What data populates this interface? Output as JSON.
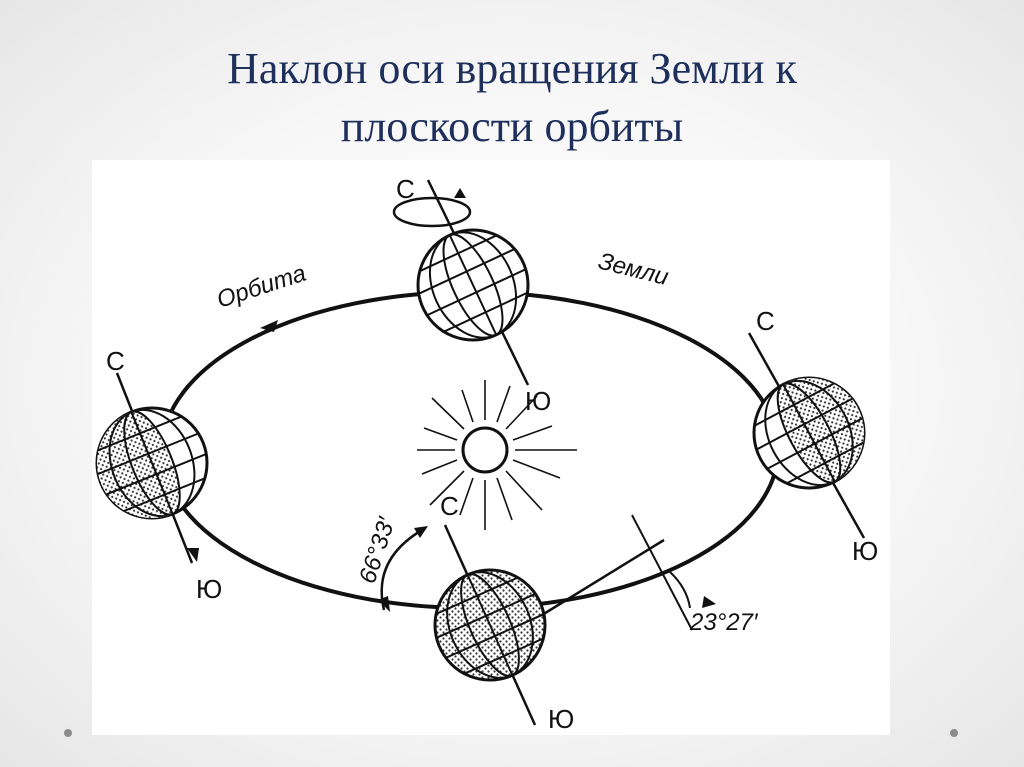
{
  "title": {
    "line1": "Наклон оси вращения Земли к",
    "line2": "плоскости орбиты"
  },
  "diagram": {
    "orbit_label_left": "Орбита",
    "orbit_label_right": "Земли",
    "pole_north": "С",
    "pole_south": "Ю",
    "angle_axis_to_orbit": "66°33′",
    "angle_axis_tilt": "23°27′"
  },
  "colors": {
    "title": "#1f2f5c",
    "ink": "#111111"
  },
  "icons": [
    "sun-icon",
    "globe-icon",
    "rotation-arrow-icon",
    "nav-dot-icon"
  ]
}
